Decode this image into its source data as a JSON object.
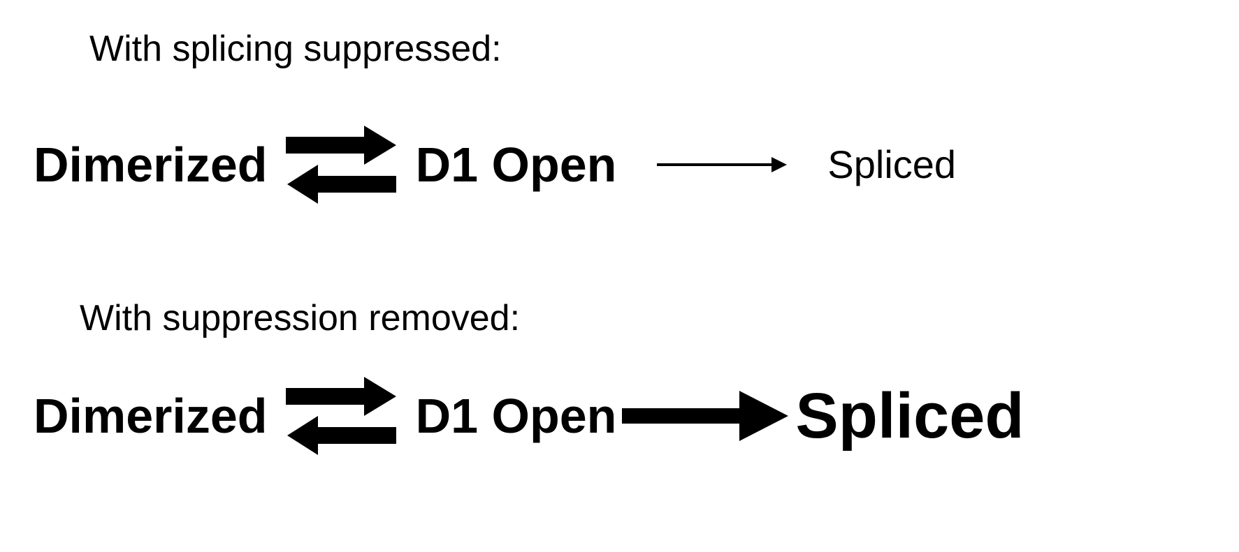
{
  "figure": {
    "background_color": "#ffffff",
    "ink_color": "#000000"
  },
  "panels": [
    {
      "id": "splicing-suppressed",
      "caption": "With splicing suppressed:",
      "reaction": {
        "left_species": "Dimerized",
        "equilibrium_icon": "equilibrium-double-arrow-icon",
        "middle_species": "D1 Open",
        "forward_icon": "thin-right-arrow-icon",
        "right_species": "Spliced",
        "right_species_emphasis": "normal",
        "forward_arrow_weight": "thin"
      }
    },
    {
      "id": "suppression-removed",
      "caption": "With suppression removed:",
      "reaction": {
        "left_species": "Dimerized",
        "equilibrium_icon": "equilibrium-double-arrow-icon",
        "middle_species": "D1 Open",
        "forward_icon": "thick-right-arrow-icon",
        "right_species": "Spliced",
        "right_species_emphasis": "bold-large",
        "forward_arrow_weight": "thick"
      }
    }
  ]
}
